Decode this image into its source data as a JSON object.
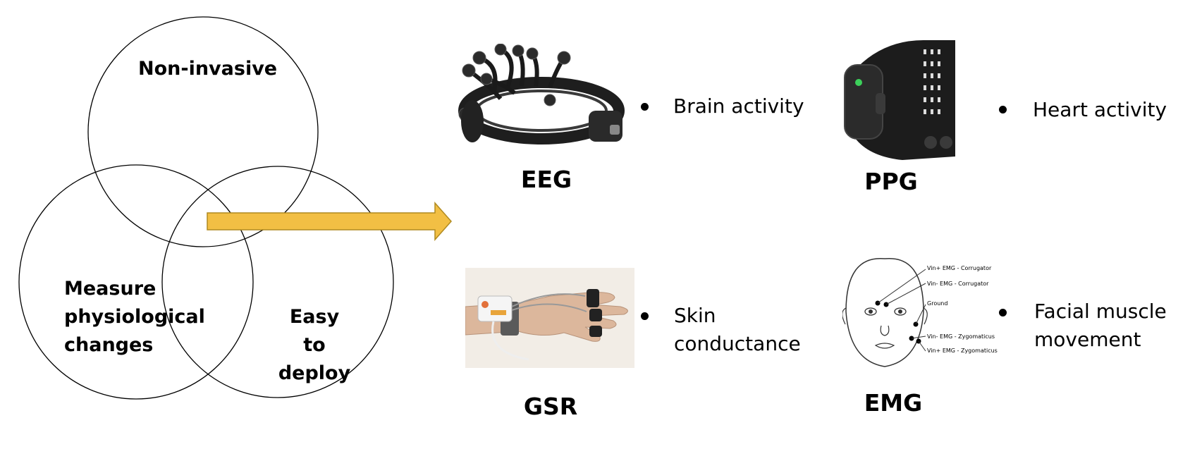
{
  "venn": {
    "circles": [
      "Non-invasive",
      "Measure physiological changes",
      "Easy to deploy"
    ],
    "labels": {
      "non_invasive": "Non-invasive",
      "measure_line1": "Measure",
      "measure_line2": "physiological",
      "measure_line3": "changes",
      "easy_line1": "Easy to",
      "easy_line2": "deploy"
    }
  },
  "arrow": {
    "color": "#f2bf44",
    "border": "#b08a20"
  },
  "devices": {
    "eeg": {
      "title": "EEG",
      "measure": "Brain activity",
      "icon": "eeg-headset-icon"
    },
    "ppg": {
      "title": "PPG",
      "measure": "Heart activity",
      "icon": "wristband-icon"
    },
    "gsr": {
      "title": "GSR",
      "measure_line1": "Skin",
      "measure_line2": "conductance",
      "icon": "gsr-hand-sensor-icon"
    },
    "emg": {
      "title": "EMG",
      "measure_line1": "Facial muscle",
      "measure_line2": "movement",
      "icon": "face-electrodes-icon",
      "annotations": {
        "a1": "Vin+  EMG - Corrugator",
        "a2": "Vin-   EMG - Corrugator",
        "a3": "Ground",
        "a4": "Vin-  EMG - Zygomaticus",
        "a5": "Vin+  EMG - Zygomaticus"
      }
    }
  }
}
